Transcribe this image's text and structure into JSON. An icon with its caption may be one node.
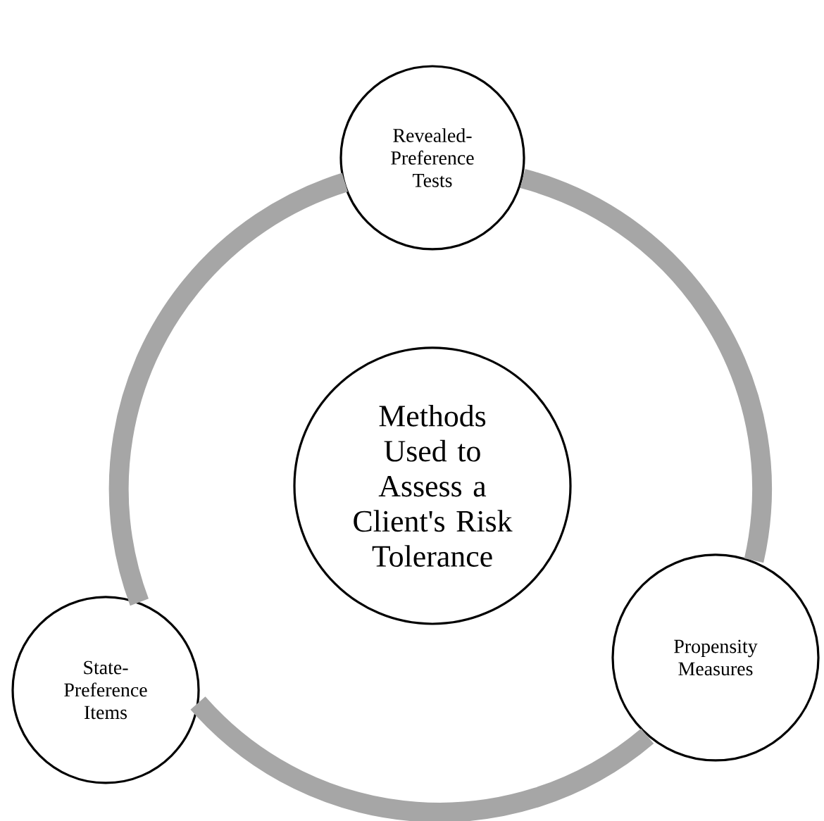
{
  "diagram": {
    "nodes": [
      {
        "text": [
          "Revealed-Preference Tests"
        ]
      },
      {
        "text": [
          "Methods Used to Assess a Client's Risk Tolerance"
        ]
      },
      {
        "text": [
          "State-Preference Items"
        ]
      },
      {
        "text": [
          "Propensity Measures"
        ]
      }
    ],
    "edges": [
      {
        "from": 0,
        "to": 3,
        "arrow": "none"
      },
      {
        "from": 3,
        "to": 2,
        "arrow": "none"
      },
      {
        "from": 2,
        "to": 0,
        "arrow": "none"
      }
    ]
  }
}
